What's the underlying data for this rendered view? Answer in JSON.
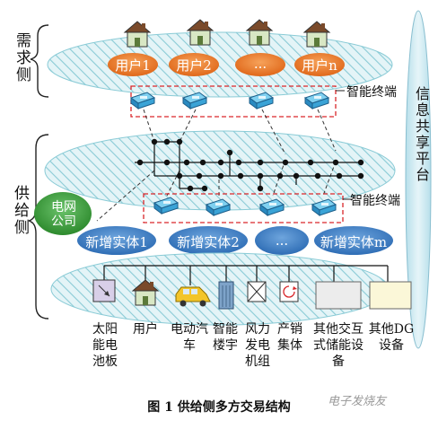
{
  "demand": {
    "side_label": "需求侧",
    "users": [
      "用户1",
      "用户2",
      "...",
      "用户n"
    ],
    "terminal_label": "智能终端"
  },
  "platform": {
    "label": "信息共享平台"
  },
  "supply": {
    "side_label": "供给侧",
    "grid_company": "电网公司",
    "terminal_label": "智能终端",
    "entities": [
      "新增实体1",
      "新增实体2",
      "...",
      "新增实体m"
    ],
    "devices": [
      "太阳能电池板",
      "用户",
      "电动汽车",
      "智能楼宇",
      "风力发电机组",
      "产销集体",
      "其他交互式储能设备",
      "其他DG设备"
    ]
  },
  "caption": "图 1    供给侧多方交易结构",
  "watermark": "电子发烧友",
  "colors": {
    "ellipse_fill": "#dff3f6",
    "hatch": "#7fc7d3",
    "user_orange": "#e8731f",
    "entity_blue": "#3f7fc7",
    "grid_green": "#3a9a3a",
    "platform": "#cce8f0",
    "dashed_red": "#d9262a"
  }
}
